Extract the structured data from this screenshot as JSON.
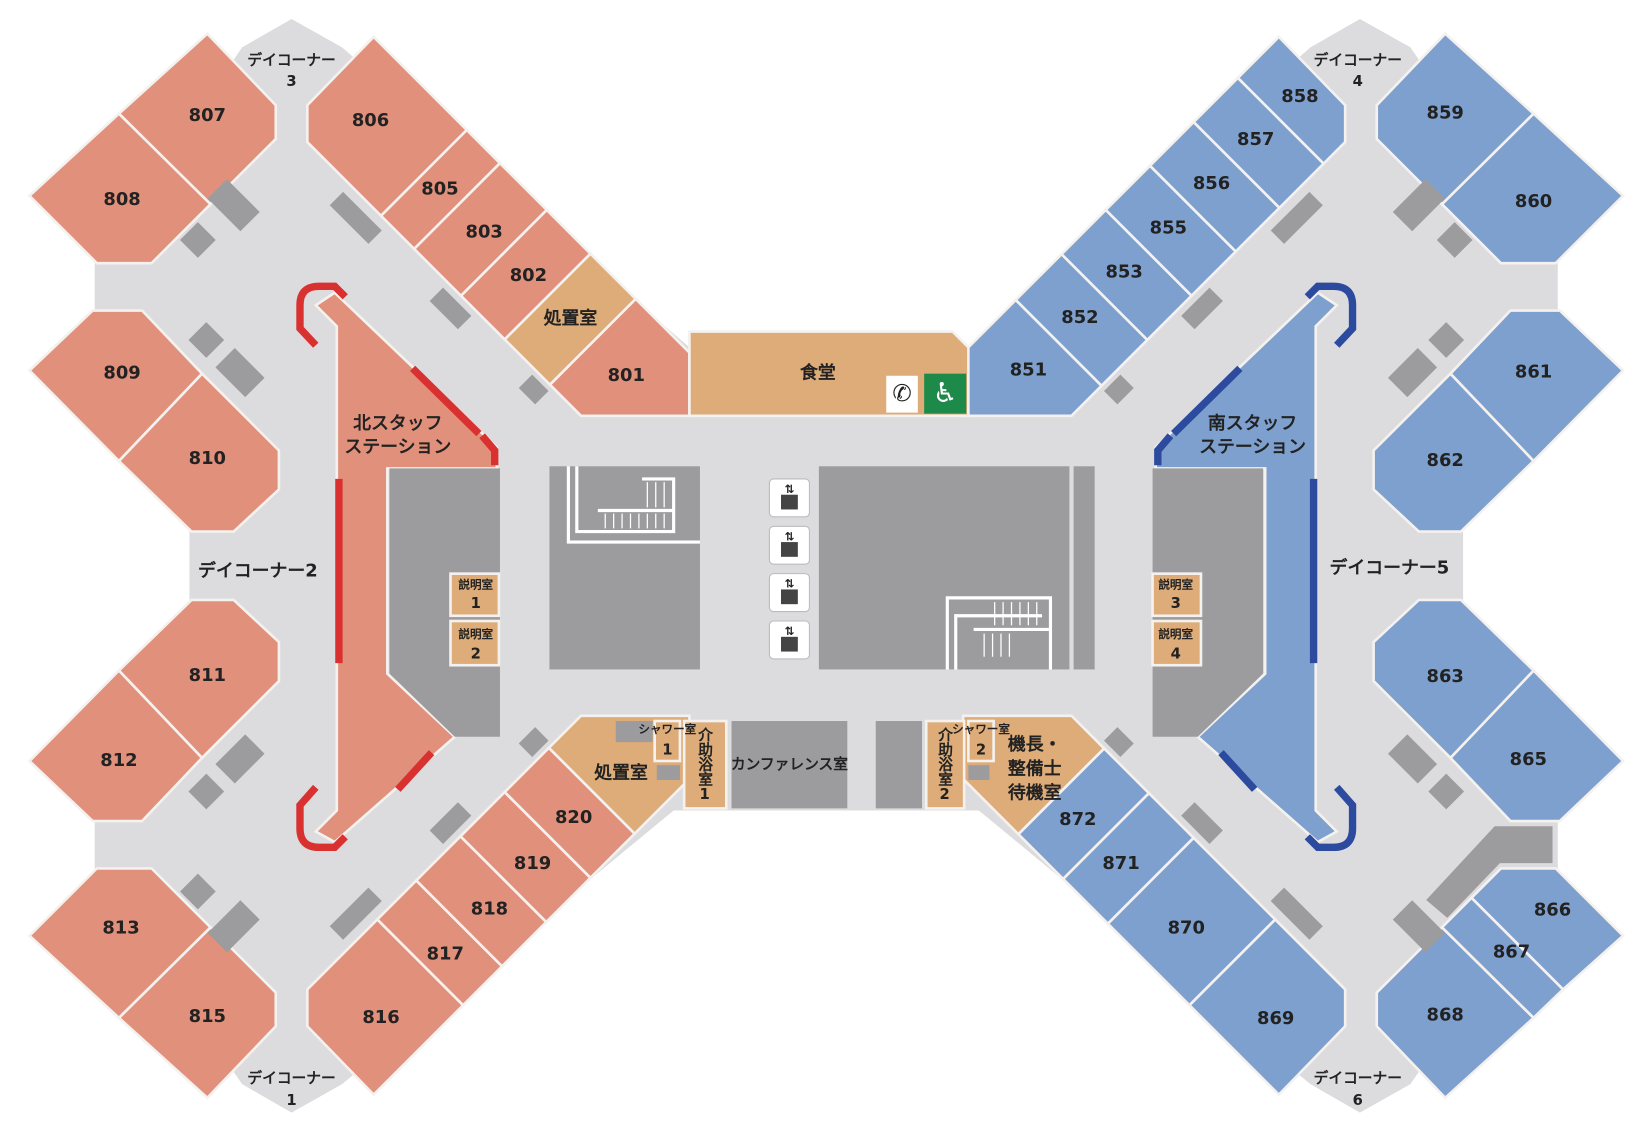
{
  "colors": {
    "north_wing": "#E0907B",
    "south_wing": "#7EA0CE",
    "service_room": "#DDAC78",
    "corridor": "#DCDCDE",
    "block": "#9C9C9E",
    "north_station_line": "#D93030",
    "south_station_line": "#2C4A9E",
    "accessible": "#1E8A4A"
  },
  "north_wing": {
    "upper_rooms": [
      "807",
      "808",
      "809",
      "810",
      "806",
      "805",
      "803",
      "802",
      "処置室",
      "801"
    ],
    "lower_rooms": [
      "815",
      "813",
      "812",
      "811",
      "816",
      "817",
      "818",
      "819",
      "820",
      "処置室"
    ],
    "station": [
      "北スタッフ",
      "ステーション"
    ],
    "explanation_rooms": [
      [
        "説明室",
        "1"
      ],
      [
        "説明室",
        "2"
      ]
    ]
  },
  "south_wing": {
    "upper_rooms": [
      "859",
      "860",
      "861",
      "862",
      "858",
      "857",
      "856",
      "855",
      "853",
      "852",
      "851"
    ],
    "lower_rooms": [
      "868",
      "866",
      "867",
      "865",
      "863",
      "869",
      "870",
      "871",
      "872"
    ],
    "crew_room": [
      "機長・",
      "整備士",
      "待機室"
    ],
    "station": [
      "南スタッフ",
      "ステーション"
    ],
    "explanation_rooms": [
      [
        "説明室",
        "3"
      ],
      [
        "説明室",
        "4"
      ]
    ]
  },
  "day_corners": [
    [
      "デイコーナー",
      "1"
    ],
    [
      "デイコーナー2"
    ],
    [
      "デイコーナー",
      "3"
    ],
    [
      "デイコーナー",
      "4"
    ],
    [
      "デイコーナー5"
    ],
    [
      "デイコーナー",
      "6"
    ]
  ],
  "center": {
    "dining": "食堂",
    "conference": "カンファレンス室",
    "assisted_bath_1": "介助浴室1",
    "assisted_bath_2": "介助浴室2",
    "shower_1": [
      "シャワー室",
      "1"
    ],
    "shower_2": [
      "シャワー室",
      "2"
    ],
    "icons": [
      "phone-icon",
      "wheelchair-icon",
      "elevator-icon",
      "stairs-icon"
    ]
  }
}
